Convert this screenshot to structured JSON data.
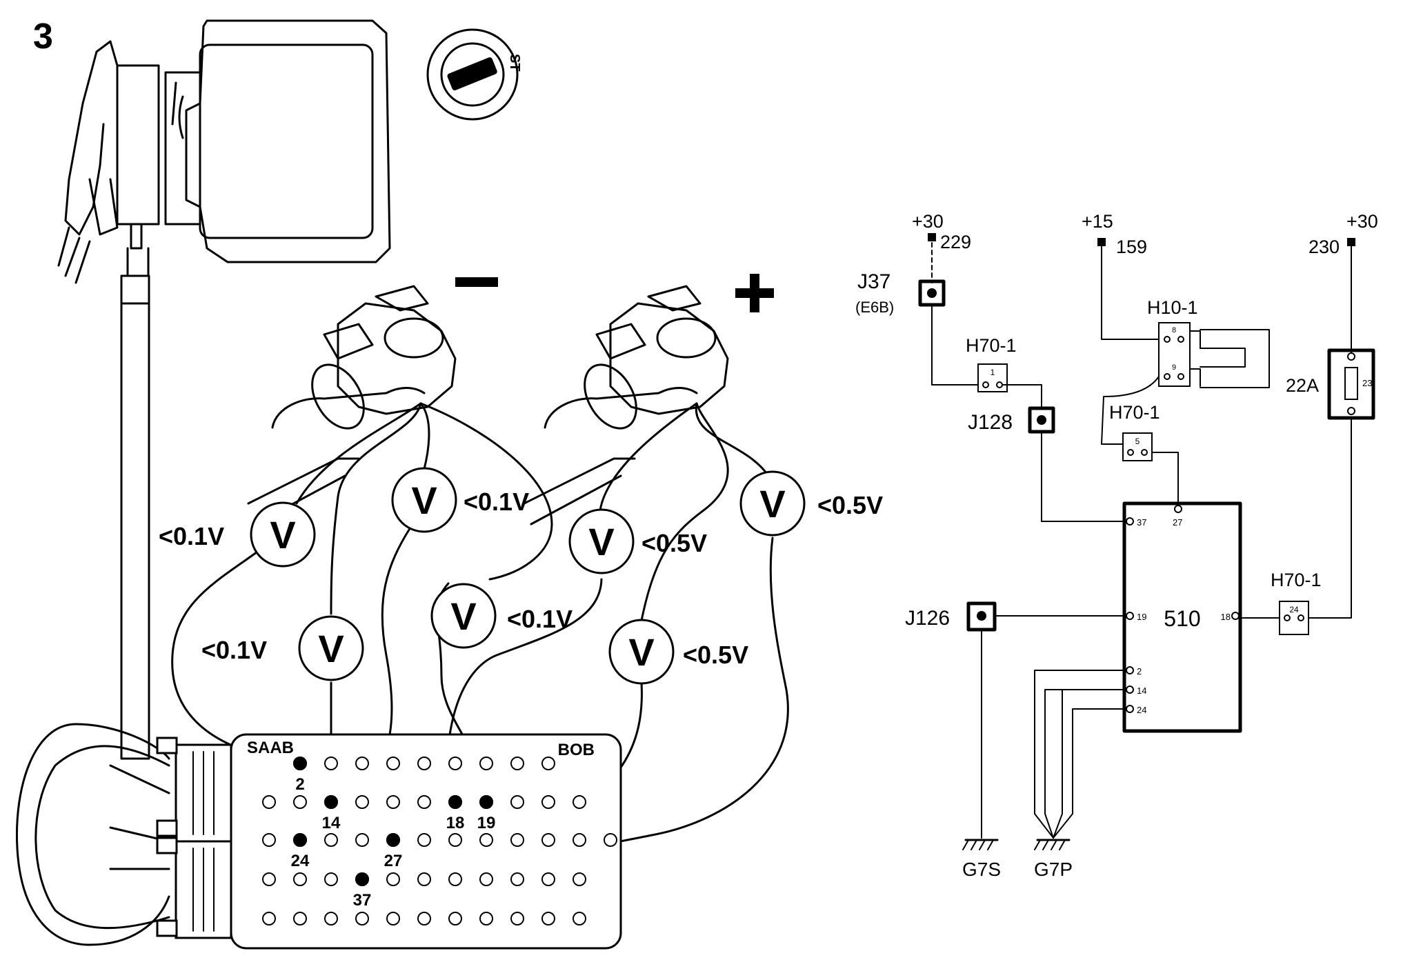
{
  "figure_number": "3",
  "ignition_switch": {
    "label": "ST"
  },
  "battery_terminals": {
    "negative": "−",
    "positive": "+"
  },
  "voltmeters": [
    {
      "symbol": "V",
      "reading": "<0.1V"
    },
    {
      "symbol": "V",
      "reading": "<0.1V"
    },
    {
      "symbol": "V",
      "reading": "<0.1V"
    },
    {
      "symbol": "V",
      "reading": "<0.1V"
    },
    {
      "symbol": "V",
      "reading": "<0.5V"
    },
    {
      "symbol": "V",
      "reading": "<0.5V"
    },
    {
      "symbol": "V",
      "reading": "<0.5V"
    }
  ],
  "breakout_box": {
    "brand": "SAAB",
    "name": "BOB",
    "pins": [
      "2",
      "14",
      "18",
      "19",
      "24",
      "27",
      "37"
    ]
  },
  "schematic": {
    "supplies": [
      {
        "terminal": "+30",
        "wire": "229"
      },
      {
        "terminal": "+15",
        "wire": "159"
      },
      {
        "terminal": "+30",
        "wire": "230"
      }
    ],
    "junctions": {
      "j37": "J37",
      "j37_sub": "(E6B)",
      "j128": "J128",
      "j126": "J126"
    },
    "connectors": {
      "h70_a": {
        "label": "H70-1",
        "pin": "1"
      },
      "h70_b": {
        "label": "H70-1",
        "pin": "5"
      },
      "h70_c": {
        "label": "H70-1",
        "pin": "24"
      },
      "h10": {
        "label": "H10-1",
        "pins": [
          "8",
          "9"
        ]
      }
    },
    "fuse": {
      "rating": "22A",
      "number": "23"
    },
    "control_unit": {
      "label": "510",
      "pins": [
        "37",
        "27",
        "19",
        "18",
        "2",
        "14",
        "24"
      ]
    },
    "grounds": [
      "G7S",
      "G7P"
    ]
  }
}
